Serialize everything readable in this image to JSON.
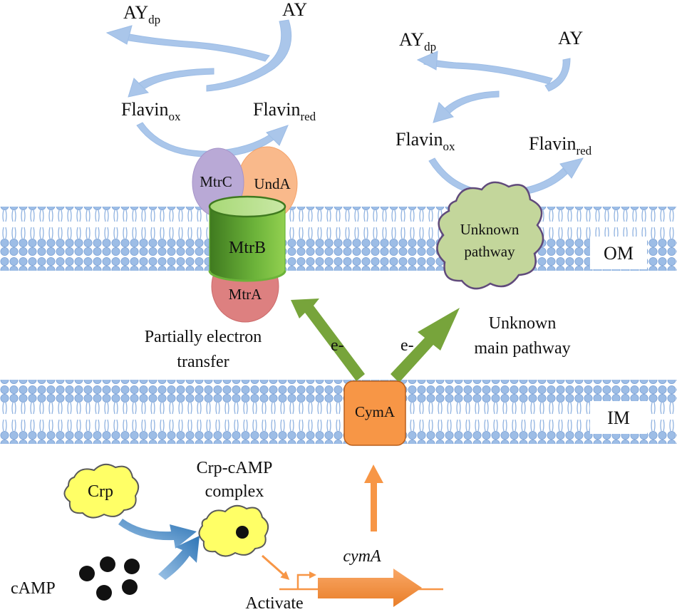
{
  "diagram": {
    "left_cycle": {
      "ay_dp": "AY",
      "ay_dp_sub": "dp",
      "ay": "AY",
      "flavin_ox": "Flavin",
      "flavin_ox_sub": "ox",
      "flavin_red": "Flavin",
      "flavin_red_sub": "red"
    },
    "right_cycle": {
      "ay_dp": "AY",
      "ay_dp_sub": "dp",
      "ay": "AY",
      "flavin_ox": "Flavin",
      "flavin_ox_sub": "ox",
      "flavin_red": "Flavin",
      "flavin_red_sub": "red"
    },
    "proteins": {
      "mtrc": "MtrC",
      "unda": "UndA",
      "mtrb": "MtrB",
      "mtra": "MtrA",
      "cyma": "CymA",
      "unknown_line1": "Unknown",
      "unknown_line2": "pathway",
      "crp": "Crp"
    },
    "membranes": {
      "outer": "OM",
      "inner": "IM"
    },
    "annotations": {
      "partial_line1": "Partially electron",
      "partial_line2": "transfer",
      "unknown_main_line1": "Unknown",
      "unknown_main_line2": "main pathway",
      "electron_left": "e-",
      "electron_right": "e-",
      "complex_line1": "Crp-cAMP",
      "complex_line2": "complex",
      "camp": "cAMP",
      "activate": "Activate",
      "gene": "cymA"
    },
    "colors": {
      "membrane": "#8fb2e0",
      "cycle_arrow": "#9dbde6",
      "mtrc": "#b9a9d6",
      "unda": "#f9b98b",
      "mtrb": "#6bb339",
      "mtra": "#dd8080",
      "cyma": "#f79646",
      "unknown": "#c3d69b",
      "crp": "#ffff66",
      "green_arrow": "#77a43b",
      "orange_arrow": "#f79646"
    }
  }
}
